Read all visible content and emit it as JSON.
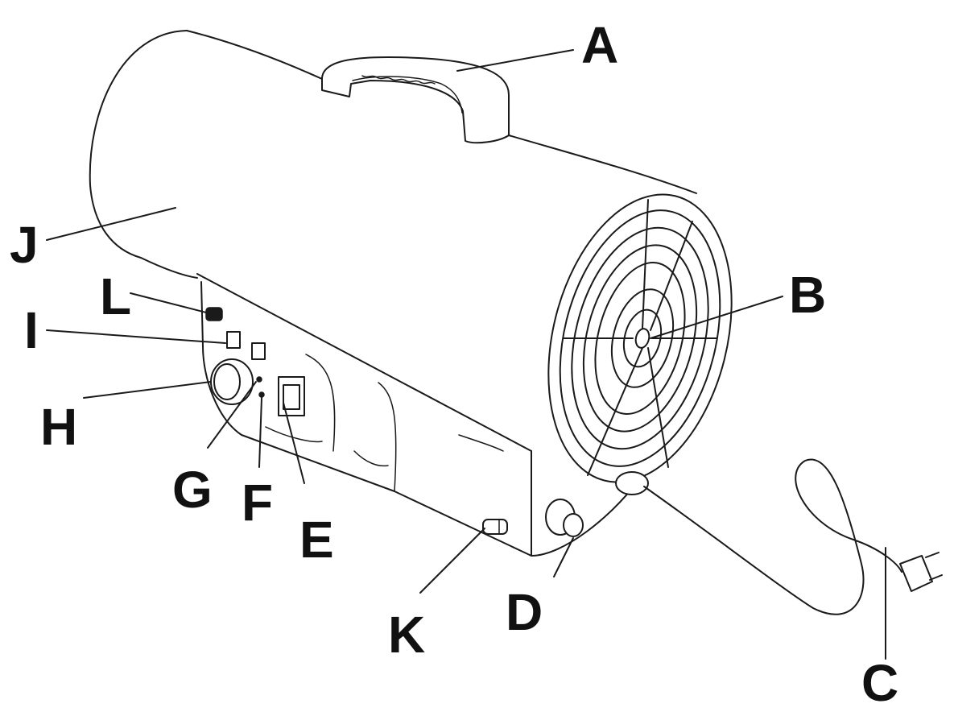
{
  "diagram": {
    "labels": [
      {
        "id": "A",
        "text": "A"
      },
      {
        "id": "B",
        "text": "B"
      },
      {
        "id": "C",
        "text": "C"
      },
      {
        "id": "D",
        "text": "D"
      },
      {
        "id": "E",
        "text": "E"
      },
      {
        "id": "F",
        "text": "F"
      },
      {
        "id": "G",
        "text": "G"
      },
      {
        "id": "H",
        "text": "H"
      },
      {
        "id": "I",
        "text": "I"
      },
      {
        "id": "J",
        "text": "J"
      },
      {
        "id": "K",
        "text": "K"
      },
      {
        "id": "L",
        "text": "L"
      }
    ]
  }
}
